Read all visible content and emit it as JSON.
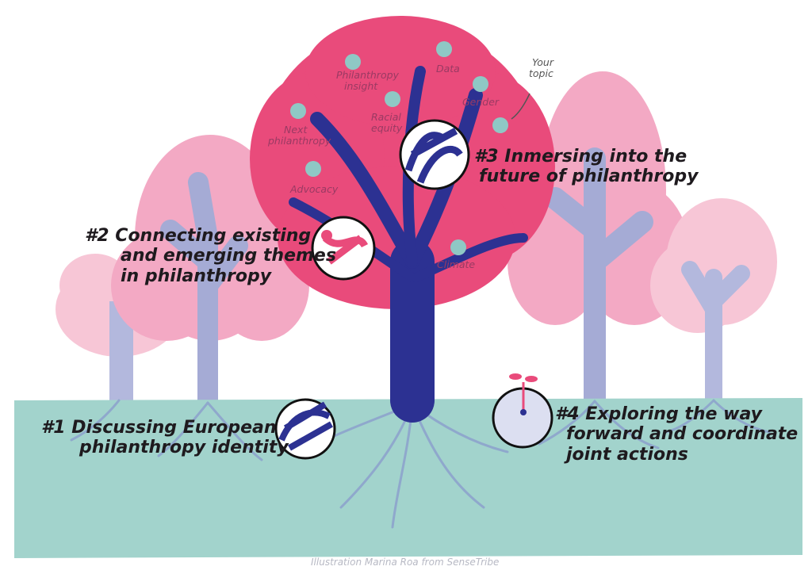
{
  "stages": {
    "s1": {
      "number": "#1",
      "line1": "Discussing European",
      "line2": "philanthropy identity"
    },
    "s2": {
      "number": "#2",
      "line1": "Connecting existing",
      "line2": "and emerging themes",
      "line3": "in philanthropy"
    },
    "s3": {
      "number": "#3",
      "line1": "Inmersing into the",
      "line2": "future of philanthropy"
    },
    "s4": {
      "number": "#4",
      "line1": "Exploring the way",
      "line2": "forward and coordinate",
      "line3": "joint actions"
    }
  },
  "topics": {
    "philanthropy_insight_1": "Philanthropy",
    "philanthropy_insight_2": "insight",
    "data": "Data",
    "gender": "Gender",
    "racial_1": "Racial",
    "racial_2": "equity",
    "next_1": "Next",
    "next_2": "philanthropy",
    "advocacy": "Advocacy",
    "climate": "Climate",
    "your_topic_1": "Your",
    "your_topic_2": "topic"
  },
  "credit": "Illustration Marina Roa  from SenseTribe",
  "colors": {
    "ground": "#a2d3cc",
    "main_canopy": "#e94b7b",
    "main_trunk": "#2c3192",
    "bg_canopy": "#f3a9c4",
    "bg_trunk": "#a5abd5",
    "roots": "#8fa8cc"
  }
}
